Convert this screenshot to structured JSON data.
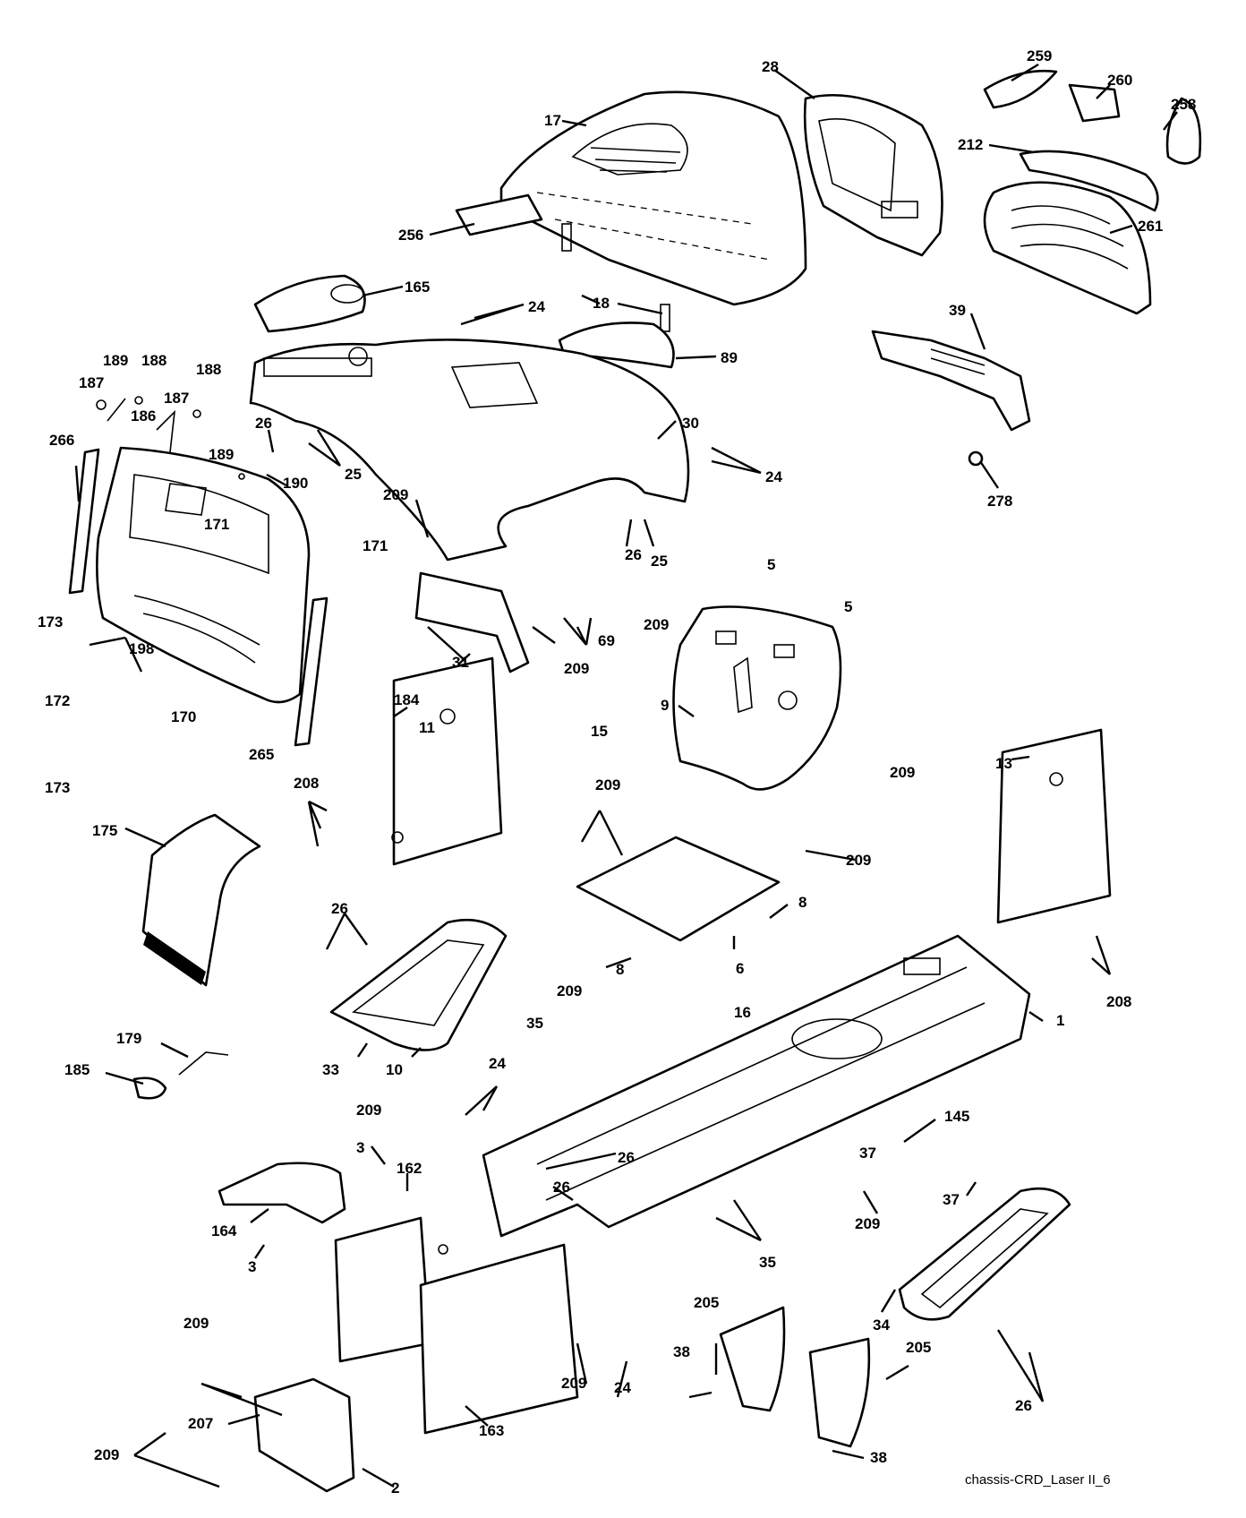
{
  "diagram": {
    "caption": "chassis-CRD_Laser II_6",
    "callouts": [
      {
        "id": "c259",
        "text": "259"
      },
      {
        "id": "c260",
        "text": "260"
      },
      {
        "id": "c258",
        "text": "258"
      },
      {
        "id": "c28",
        "text": "28"
      },
      {
        "id": "c17",
        "text": "17"
      },
      {
        "id": "c212",
        "text": "212"
      },
      {
        "id": "c261",
        "text": "261"
      },
      {
        "id": "c256",
        "text": "256"
      },
      {
        "id": "c165",
        "text": "165"
      },
      {
        "id": "c18",
        "text": "18"
      },
      {
        "id": "c24a",
        "text": "24"
      },
      {
        "id": "c39",
        "text": "39"
      },
      {
        "id": "c89",
        "text": "89"
      },
      {
        "id": "c189a",
        "text": "189"
      },
      {
        "id": "c188a",
        "text": "188"
      },
      {
        "id": "c187a",
        "text": "187"
      },
      {
        "id": "c188b",
        "text": "188"
      },
      {
        "id": "c187b",
        "text": "187"
      },
      {
        "id": "c186",
        "text": "186"
      },
      {
        "id": "c189b",
        "text": "189"
      },
      {
        "id": "c266",
        "text": "266"
      },
      {
        "id": "c26a",
        "text": "26"
      },
      {
        "id": "c25a",
        "text": "25"
      },
      {
        "id": "c30",
        "text": "30"
      },
      {
        "id": "c24b",
        "text": "24"
      },
      {
        "id": "c278",
        "text": "278"
      },
      {
        "id": "c190",
        "text": "190"
      },
      {
        "id": "c209a",
        "text": "209"
      },
      {
        "id": "c171a",
        "text": "171"
      },
      {
        "id": "c171b",
        "text": "171"
      },
      {
        "id": "c26b",
        "text": "26"
      },
      {
        "id": "c25b",
        "text": "25"
      },
      {
        "id": "c5a",
        "text": "5"
      },
      {
        "id": "c5b",
        "text": "5"
      },
      {
        "id": "c69",
        "text": "69"
      },
      {
        "id": "c209b",
        "text": "209"
      },
      {
        "id": "c173a",
        "text": "173"
      },
      {
        "id": "c198",
        "text": "198"
      },
      {
        "id": "c172",
        "text": "172"
      },
      {
        "id": "c31",
        "text": "31"
      },
      {
        "id": "c209c",
        "text": "209"
      },
      {
        "id": "c184",
        "text": "184"
      },
      {
        "id": "c170",
        "text": "170"
      },
      {
        "id": "c9",
        "text": "9"
      },
      {
        "id": "c173b",
        "text": "173"
      },
      {
        "id": "c265",
        "text": "265"
      },
      {
        "id": "c11",
        "text": "11"
      },
      {
        "id": "c15",
        "text": "15"
      },
      {
        "id": "c13",
        "text": "13"
      },
      {
        "id": "c208a",
        "text": "208"
      },
      {
        "id": "c209d",
        "text": "209"
      },
      {
        "id": "c209e",
        "text": "209"
      },
      {
        "id": "c175",
        "text": "175"
      },
      {
        "id": "c209f",
        "text": "209"
      },
      {
        "id": "c26c",
        "text": "26"
      },
      {
        "id": "c8a",
        "text": "8"
      },
      {
        "id": "c6",
        "text": "6"
      },
      {
        "id": "c8b",
        "text": "8"
      },
      {
        "id": "c209g",
        "text": "209"
      },
      {
        "id": "c208b",
        "text": "208"
      },
      {
        "id": "c35a",
        "text": "35"
      },
      {
        "id": "c16",
        "text": "16"
      },
      {
        "id": "c1",
        "text": "1"
      },
      {
        "id": "c179",
        "text": "179"
      },
      {
        "id": "c33",
        "text": "33"
      },
      {
        "id": "c10",
        "text": "10"
      },
      {
        "id": "c185",
        "text": "185"
      },
      {
        "id": "c24c",
        "text": "24"
      },
      {
        "id": "c209h",
        "text": "209"
      },
      {
        "id": "c145",
        "text": "145"
      },
      {
        "id": "c37a",
        "text": "37"
      },
      {
        "id": "c3a",
        "text": "3"
      },
      {
        "id": "c162",
        "text": "162"
      },
      {
        "id": "c26d",
        "text": "26"
      },
      {
        "id": "c26e",
        "text": "26"
      },
      {
        "id": "c209i",
        "text": "209"
      },
      {
        "id": "c37b",
        "text": "37"
      },
      {
        "id": "c164",
        "text": "164"
      },
      {
        "id": "c35b",
        "text": "35"
      },
      {
        "id": "c3b",
        "text": "3"
      },
      {
        "id": "c205a",
        "text": "205"
      },
      {
        "id": "c34",
        "text": "34"
      },
      {
        "id": "c209j",
        "text": "209"
      },
      {
        "id": "c205b",
        "text": "205"
      },
      {
        "id": "c38a",
        "text": "38"
      },
      {
        "id": "c26f",
        "text": "26"
      },
      {
        "id": "c209k",
        "text": "209"
      },
      {
        "id": "c24d",
        "text": "24"
      },
      {
        "id": "c207",
        "text": "207"
      },
      {
        "id": "c163",
        "text": "163"
      },
      {
        "id": "c38b",
        "text": "38"
      },
      {
        "id": "c209l",
        "text": "209"
      },
      {
        "id": "c2",
        "text": "2"
      }
    ]
  }
}
